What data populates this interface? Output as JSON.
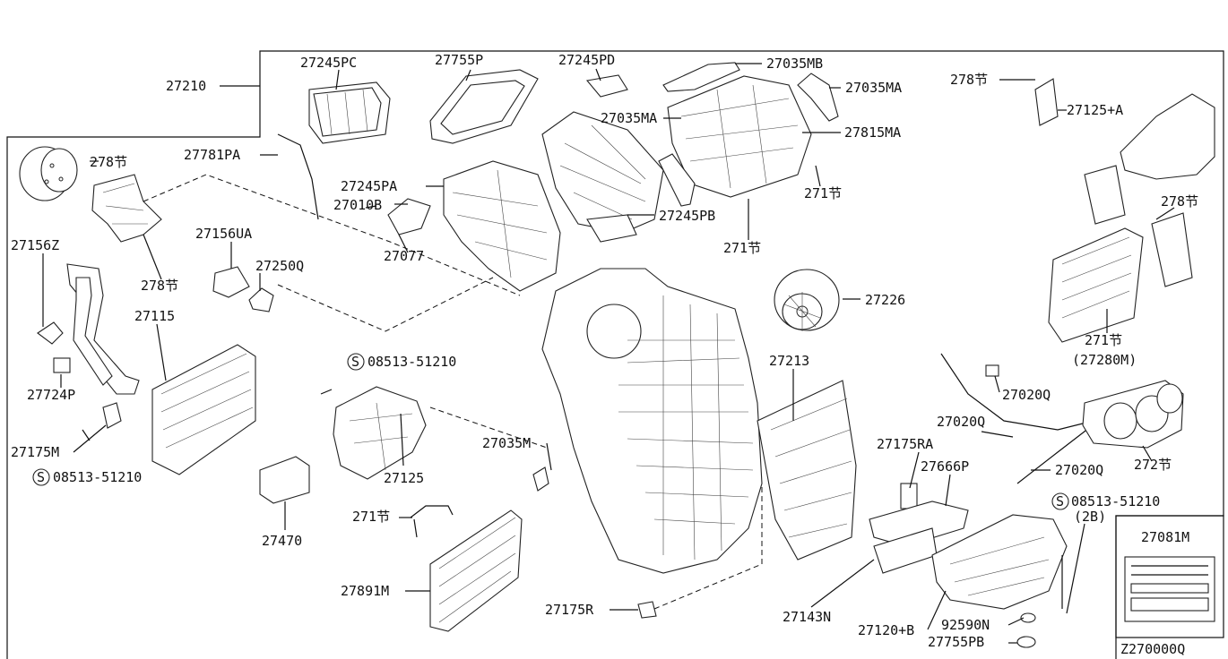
{
  "labels": {
    "p27210": "27210",
    "p27245PC": "27245PC",
    "p27755P": "27755P",
    "p27245PD": "27245PD",
    "p27035MB": "27035MB",
    "p27035MA_top": "27035MA",
    "p278_top": "278节",
    "p27125A": "27125+A",
    "p27815MA": "27815MA",
    "p27035MA_mid": "27035MA",
    "p27781PA": "27781PA",
    "p278_left": "278节",
    "p27245PA": "27245PA",
    "p27010B": "27010B",
    "p27245PB": "27245PB",
    "p271_a": "271节",
    "p271_b": "271节",
    "p278_right": "278节",
    "p27156Z": "27156Z",
    "p27156UA": "27156UA",
    "p27077": "27077",
    "p27250Q": "27250Q",
    "p278_mid": "278节",
    "p27226": "27226",
    "p27115": "27115",
    "p271_c": "271节",
    "p27280M": "(27280M)",
    "p08513_a": "08513-51210",
    "p27213": "27213",
    "p27020Q_a": "27020Q",
    "p27724P": "27724P",
    "p27020Q_b": "27020Q",
    "p27175M": "27175M",
    "p27035M": "27035M",
    "p27175RA": "27175RA",
    "p272": "272节",
    "p27125": "27125",
    "p27666P": "27666P",
    "p27020Q_c": "27020Q",
    "p08513_b": "08513-51210",
    "p08513_c": "08513-51210",
    "p2B": "(2B)",
    "p27470": "27470",
    "p271_d": "271节",
    "p27081M": "27081M",
    "p27891M": "27891M",
    "p27175R": "27175R",
    "p27143N": "27143N",
    "p27120B": "27120+B",
    "p92590N": "92590N",
    "p27755PB": "27755PB",
    "diagram_code": "Z270000Q"
  },
  "screw_symbol": "S"
}
